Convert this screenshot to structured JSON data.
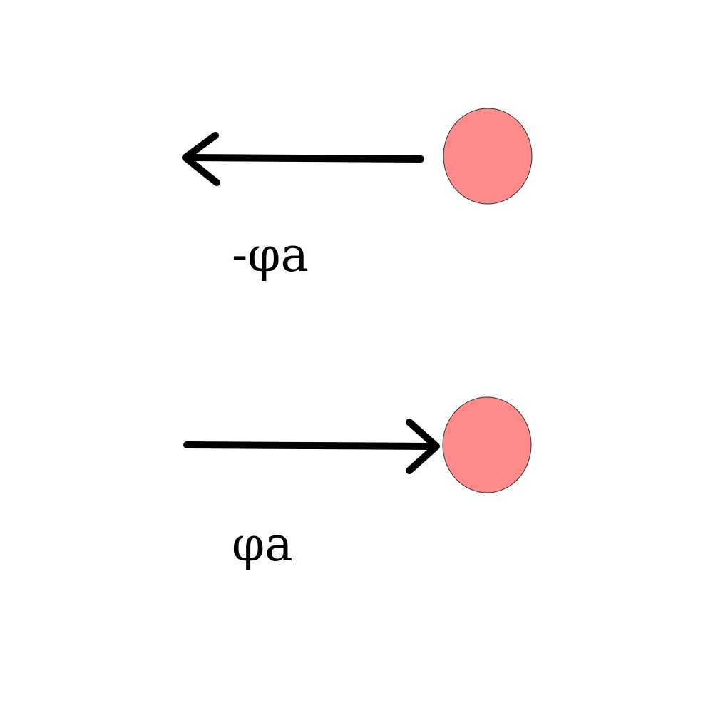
{
  "colors": {
    "background": "#ffffff",
    "ball_fill": "#ff8a8a",
    "ball_stroke": "#333333",
    "arrow": "#000000"
  },
  "diagram": {
    "top": {
      "arrow_direction": "left",
      "label": "-φa"
    },
    "bottom": {
      "arrow_direction": "right",
      "label": "φa"
    }
  }
}
